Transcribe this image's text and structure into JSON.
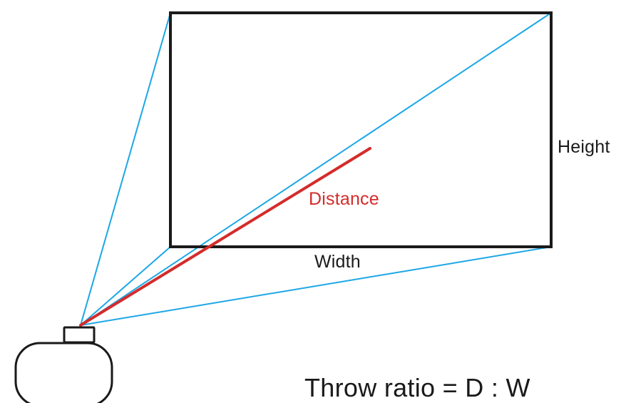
{
  "diagram": {
    "labels": {
      "height": "Height",
      "width": "Width",
      "distance": "Distance",
      "formula": "Throw ratio = D : W"
    },
    "colors": {
      "projection_rays": "#1CA7E6",
      "distance_line": "#D52B2B",
      "distance_text": "#D52B2B",
      "outline": "#1A1A1A",
      "text": "#1A1A1A",
      "background": "#FFFFFF"
    },
    "icons": {
      "projector": "projector-icon",
      "screen": "screen-rectangle"
    }
  }
}
